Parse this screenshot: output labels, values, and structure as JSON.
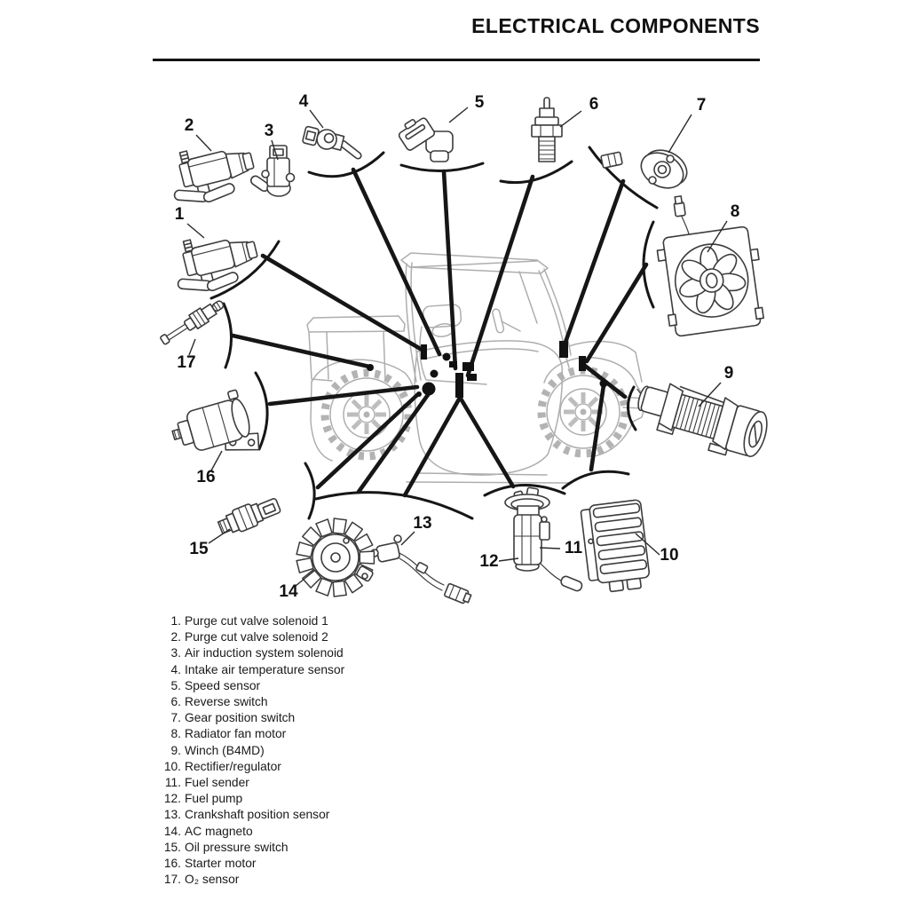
{
  "page": {
    "title": "ELECTRICAL COMPONENTS"
  },
  "legend": {
    "items": [
      {
        "num": "1.",
        "label": "Purge cut valve solenoid 1"
      },
      {
        "num": "2.",
        "label": "Purge cut valve solenoid 2"
      },
      {
        "num": "3.",
        "label": "Air induction system solenoid"
      },
      {
        "num": "4.",
        "label": "Intake air temperature sensor"
      },
      {
        "num": "5.",
        "label": "Speed sensor"
      },
      {
        "num": "6.",
        "label": "Reverse switch"
      },
      {
        "num": "7.",
        "label": "Gear position switch"
      },
      {
        "num": "8.",
        "label": "Radiator fan motor"
      },
      {
        "num": "9.",
        "label": "Winch (B4MD)"
      },
      {
        "num": "10.",
        "label": "Rectifier/regulator"
      },
      {
        "num": "11.",
        "label": "Fuel sender"
      },
      {
        "num": "12.",
        "label": "Fuel pump"
      },
      {
        "num": "13.",
        "label": "Crankshaft position sensor"
      },
      {
        "num": "14.",
        "label": "AC magneto"
      },
      {
        "num": "15.",
        "label": "Oil pressure switch"
      },
      {
        "num": "16.",
        "label": "Starter motor"
      },
      {
        "num": "17.",
        "label": "O₂ sensor"
      }
    ]
  },
  "callouts": [
    {
      "n": "1"
    },
    {
      "n": "2"
    },
    {
      "n": "3"
    },
    {
      "n": "4"
    },
    {
      "n": "5"
    },
    {
      "n": "6"
    },
    {
      "n": "7"
    },
    {
      "n": "8"
    },
    {
      "n": "9"
    },
    {
      "n": "10"
    },
    {
      "n": "11"
    },
    {
      "n": "12"
    },
    {
      "n": "13"
    },
    {
      "n": "14"
    },
    {
      "n": "15"
    },
    {
      "n": "16"
    },
    {
      "n": "17"
    }
  ],
  "colors": {
    "ink": "#1a1a1a",
    "leader": "#161616",
    "vehicle_line": "#aeaeae",
    "part_line": "#3c3c3c"
  }
}
